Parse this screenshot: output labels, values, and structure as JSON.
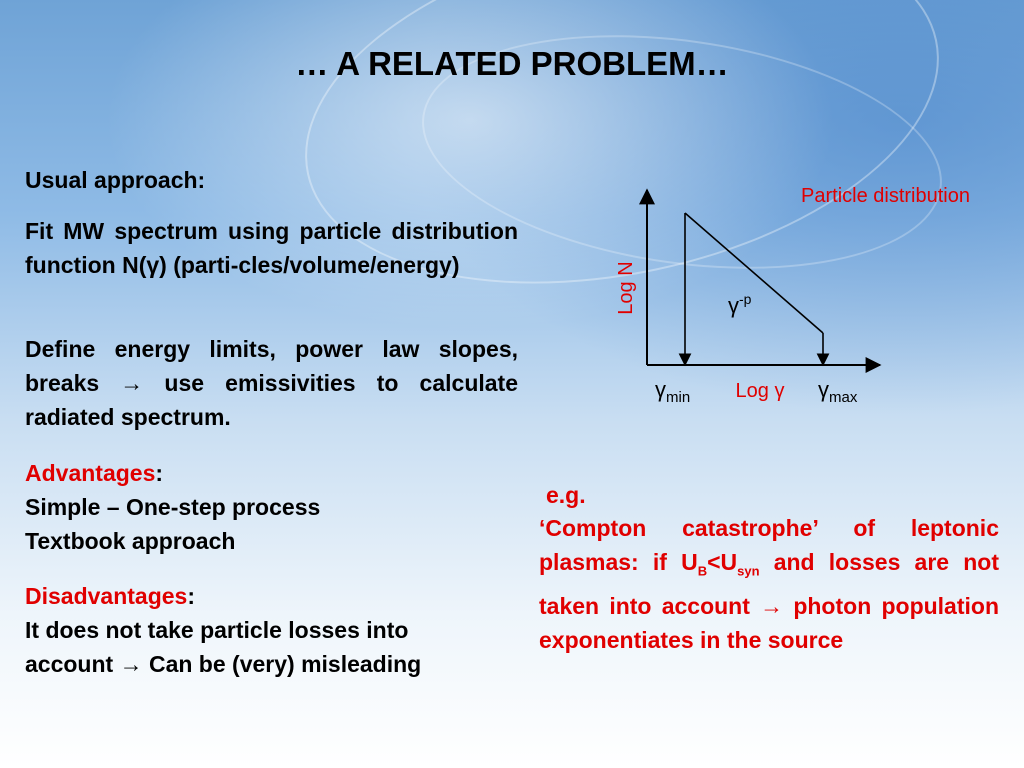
{
  "slide": {
    "title": "… A RELATED PROBLEM…",
    "left": {
      "usual_heading": "Usual approach:",
      "fit_text": "Fit MW spectrum using  particle distribution function N(γ) (parti-cles/volume/energy)",
      "define_text": "Define energy limits, power law slopes, breaks → use emissivities to calculate radiated spectrum.",
      "advantages_label": "Advantages",
      "advantages_colon": ":",
      "advantages_lines": [
        "Simple – One-step process",
        "Textbook approach"
      ],
      "disadvantages_label": "Disadvantages",
      "disadvantages_colon": ":",
      "disadvantages_lines": [
        "It does not take particle losses into",
        "account → Can be (very) misleading"
      ]
    },
    "right": {
      "eg_label": "e.g.",
      "compton_pre": "‘Compton catastrophe’ of leptonic plasmas: if U",
      "sub_b": "B",
      "lt": "<U",
      "sub_syn": "syn",
      "compton_post": " and losses are not taken into account → photon population  exponentiates in the source"
    },
    "diagram": {
      "title": "Particle distribution",
      "y_label": "Log N",
      "x_label": "Log γ",
      "gamma_min_base": "γ",
      "gamma_min_sub": "min",
      "gamma_max_base": "γ",
      "gamma_max_sub": "max",
      "slope_base": "γ",
      "slope_sup": "-p"
    },
    "colors": {
      "accent_red": "#e00000",
      "text": "#000000"
    }
  }
}
